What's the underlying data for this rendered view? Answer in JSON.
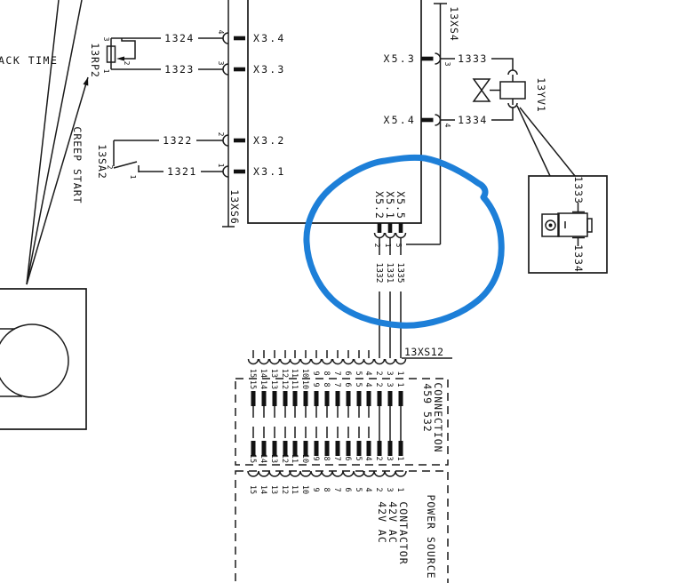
{
  "diagram": {
    "back_time_label": "ACK TIME",
    "creep_start_label": "CREEP START"
  },
  "components": {
    "rp2": {
      "ref": "13RP2",
      "pin_top": "3",
      "pin_wiper": "2",
      "pin_bottom": "1"
    },
    "sa2": {
      "ref": "13SA2",
      "pin_top": "2",
      "pin_bottom": "1"
    },
    "yv1": {
      "ref": "13YV1"
    },
    "solenoid_box": {
      "top_wire": "1333",
      "bottom_wire": "1334"
    }
  },
  "wires": {
    "w1324": "1324",
    "w1323": "1323",
    "w1322": "1322",
    "w1321": "1321",
    "w1333": "1333",
    "w1334": "1334",
    "w1332": "1332",
    "w1331": "1331",
    "w1335": "1335"
  },
  "plc": {
    "x34": "X3.4",
    "x33": "X3.3",
    "x32": "X3.2",
    "x31": "X3.1",
    "x53": "X5.3",
    "x54": "X5.4",
    "x52": "X5.2",
    "x51": "X5.1",
    "x55": "X5.5",
    "pin_x34": "4",
    "pin_x33": "3",
    "pin_x32": "2",
    "pin_x31": "1",
    "pin_x53": "3",
    "pin_x54": "4",
    "pin_x52": "2",
    "pin_x51": "1",
    "pin_x55": "5"
  },
  "connectors": {
    "xs6": "13XS6",
    "xs4": "13XS4",
    "xs12": "13XS12"
  },
  "xs12": {
    "pins": [
      "15",
      "14",
      "13",
      "12",
      "11",
      "10",
      "9",
      "8",
      "7",
      "6",
      "5",
      "4",
      "2",
      "3",
      "1"
    ]
  },
  "connection_box": {
    "title_line1": "CONNECTION",
    "title_line2": "459 532",
    "top_pins": [
      "15",
      "14",
      "13",
      "12",
      "11",
      "10",
      "9",
      "8",
      "7",
      "6",
      "5",
      "4",
      "2",
      "3",
      "1"
    ],
    "bottom_pins": [
      "15",
      "14",
      "13",
      "12",
      "11",
      "10",
      "9",
      "8",
      "7",
      "6",
      "5",
      "4",
      "2",
      "3",
      "1"
    ]
  },
  "power_box": {
    "title": "POWER SOURCE",
    "pins": [
      "15",
      "14",
      "13",
      "12",
      "11",
      "10",
      "9",
      "8",
      "7",
      "6",
      "5",
      "4",
      "2",
      "3",
      "1"
    ],
    "label_pin2": "42V AC",
    "label_pin3": "42V AC",
    "label_pin1": "CONTACTOR"
  },
  "annotation": {
    "color": "#1d7fd8"
  }
}
